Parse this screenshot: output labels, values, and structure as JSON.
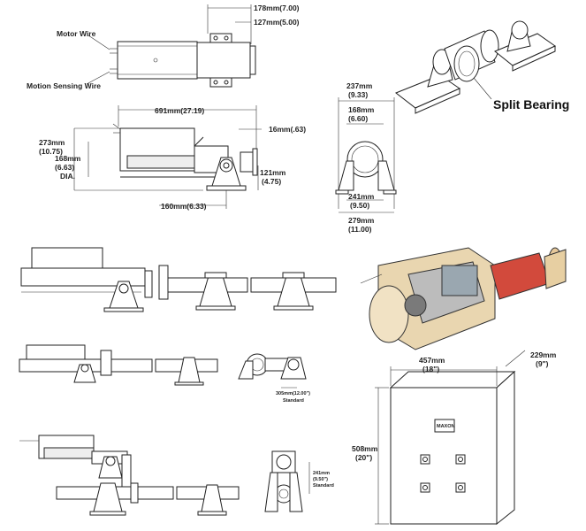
{
  "labels": {
    "motor_wire": "Motor Wire",
    "motion_sensing_wire": "Motion Sensing Wire",
    "split_bearing": "Split Bearing",
    "standard1": "Standard",
    "standard2": "Standard",
    "panel_logo": "MAXON"
  },
  "dimensions": {
    "top_width_total": "178mm(7.00)",
    "top_width_bracket": "127mm(5.00)",
    "overall_length": "691mm(27.19)",
    "height": "273mm",
    "height_in": "(10.75)",
    "dia": "168mm",
    "dia_in": "(6.63)",
    "dia_label": "DIA.",
    "shaft": "16mm(.63)",
    "shaft_height": "121mm",
    "shaft_height_in": "(4.75)",
    "base_offset": "160mm(6.33)",
    "end_width": "237mm",
    "end_width_in": "(9.33)",
    "end_dia": "168mm",
    "end_dia_in": "(6.60)",
    "base_inner": "241mm",
    "base_inner_in": "(9.50)",
    "base_outer": "279mm",
    "base_outer_in": "(11.00)",
    "spacing_305": "305mm(12.00\")",
    "spacing_241": "241mm",
    "spacing_241_in": "(9.50\")",
    "panel_width": "457mm",
    "panel_width_in": "(18\")",
    "panel_depth": "229mm",
    "panel_depth_in": "(9\")",
    "panel_height": "508mm",
    "panel_height_in": "(20\")"
  }
}
